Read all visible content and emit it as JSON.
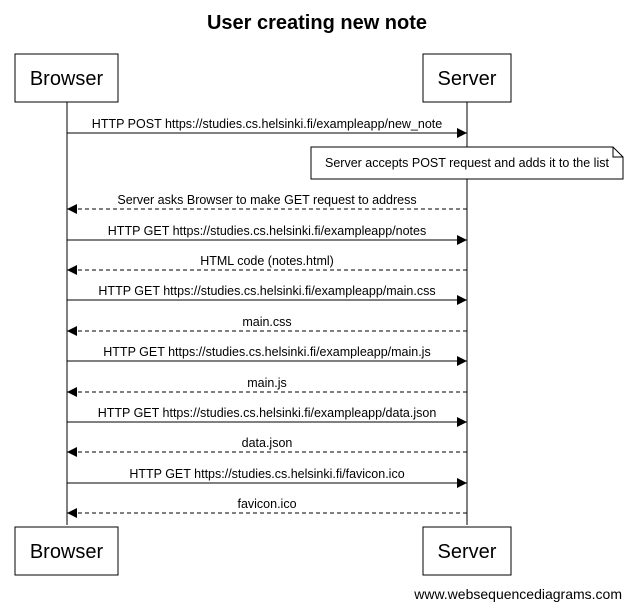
{
  "title": "User creating new note",
  "actors": [
    "Browser",
    "Server"
  ],
  "messages": [
    {
      "label": "HTTP POST https://studies.cs.helsinki.fi/exampleapp/new_note",
      "direction": "right",
      "style": "solid"
    },
    {
      "label": "Server asks Browser to make GET request to address",
      "direction": "left",
      "style": "dashed"
    },
    {
      "label": "HTTP GET https://studies.cs.helsinki.fi/exampleapp/notes",
      "direction": "right",
      "style": "solid"
    },
    {
      "label": "HTML code (notes.html)",
      "direction": "left",
      "style": "dashed"
    },
    {
      "label": "HTTP GET https://studies.cs.helsinki.fi/exampleapp/main.css",
      "direction": "right",
      "style": "solid"
    },
    {
      "label": "main.css",
      "direction": "left",
      "style": "dashed"
    },
    {
      "label": "HTTP GET https://studies.cs.helsinki.fi/exampleapp/main.js",
      "direction": "right",
      "style": "solid"
    },
    {
      "label": "main.js",
      "direction": "left",
      "style": "dashed"
    },
    {
      "label": "HTTP GET https://studies.cs.helsinki.fi/exampleapp/data.json",
      "direction": "right",
      "style": "solid"
    },
    {
      "label": "data.json",
      "direction": "left",
      "style": "dashed"
    },
    {
      "label": "HTTP GET https://studies.cs.helsinki.fi/favicon.ico",
      "direction": "right",
      "style": "solid"
    },
    {
      "label": "favicon.ico",
      "direction": "left",
      "style": "dashed"
    }
  ],
  "note": {
    "label": "Server accepts POST request and adds it to the list"
  },
  "footer": "www.websequencediagrams.com",
  "colors": {
    "line": "#000000",
    "box_fill": "#ffffff"
  }
}
